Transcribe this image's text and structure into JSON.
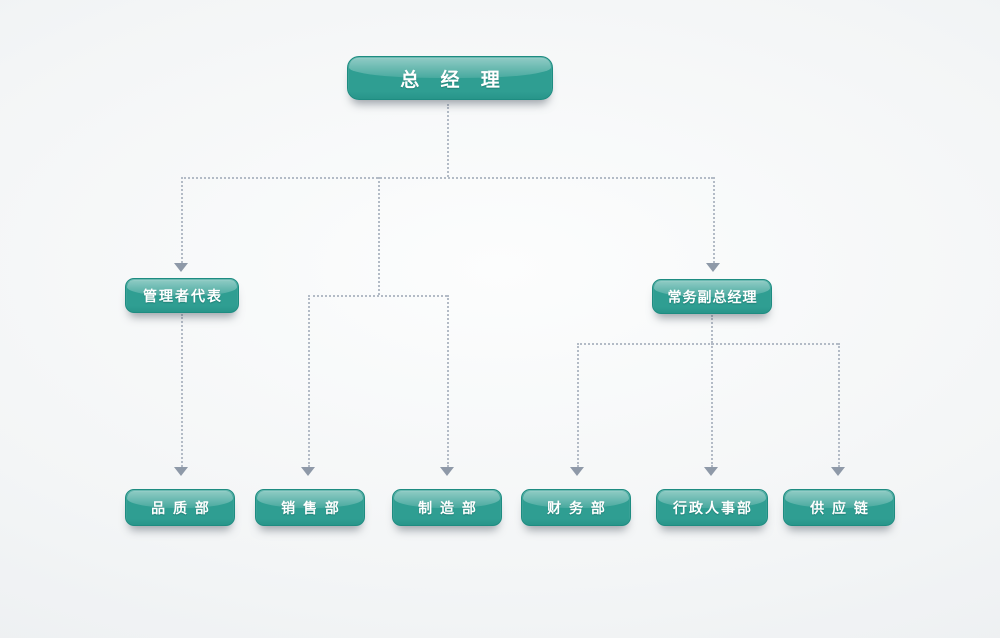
{
  "palette": {
    "connector_line": "#b3bbc6",
    "arrow_head": "#8e99a8",
    "node_fill_main": "#2f9e92",
    "node_fill_deep": "#28958a",
    "node_border": "#1e8c81",
    "node_text": "#ffffff",
    "background_center": "#fcfdfd",
    "background_edge": "#e8ebee"
  },
  "org_chart": {
    "root": {
      "id": "general-manager",
      "label": "总 经 理"
    },
    "level2": [
      {
        "id": "management-representative",
        "label": "管理者代表"
      },
      {
        "id": "executive-deputy-general-manager",
        "label": "常务副总经理"
      }
    ],
    "departments": [
      {
        "id": "quality-dept",
        "label": "品 质 部"
      },
      {
        "id": "sales-dept",
        "label": "销 售 部"
      },
      {
        "id": "manufacturing-dept",
        "label": "制 造 部"
      },
      {
        "id": "finance-dept",
        "label": "财 务 部"
      },
      {
        "id": "admin-hr-dept",
        "label": "行政人事部"
      },
      {
        "id": "supply-chain",
        "label": "供 应 链"
      }
    ]
  }
}
